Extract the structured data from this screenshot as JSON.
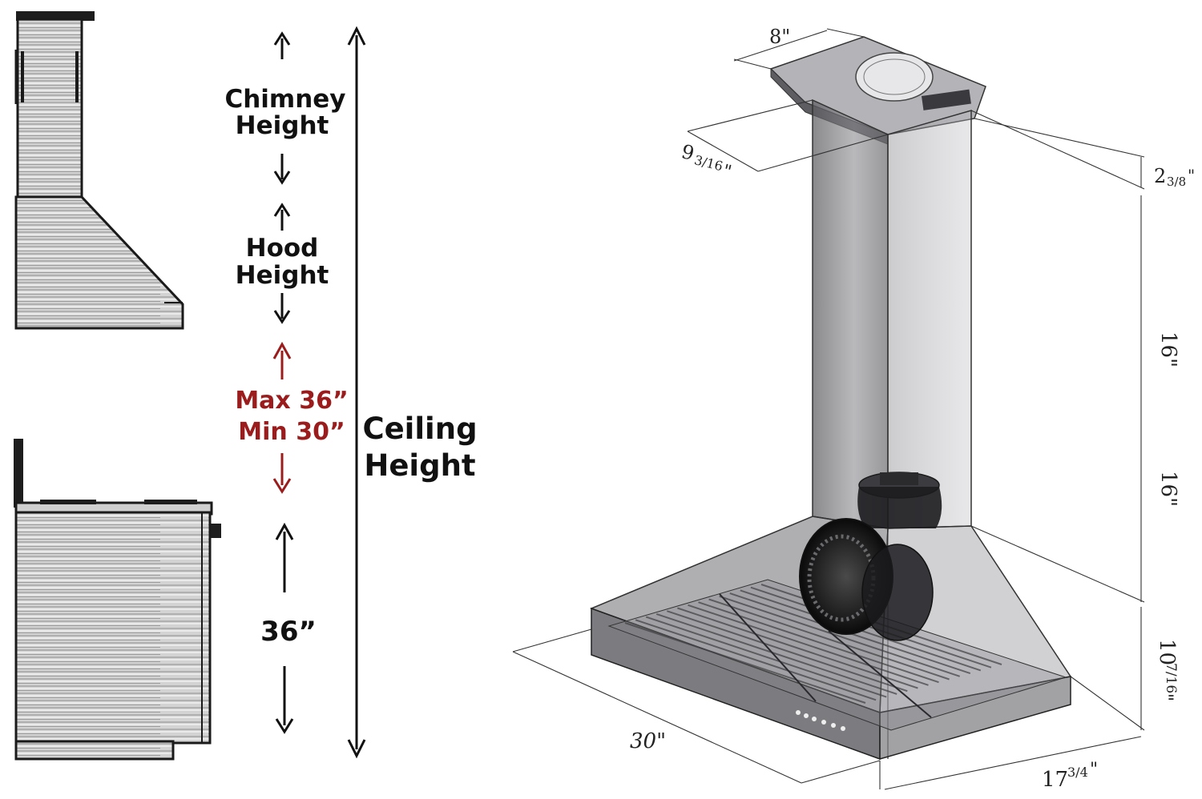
{
  "left": {
    "chimney_line1": "Chimney",
    "chimney_line2": "Height",
    "hood_line1": "Hood",
    "hood_line2": "Height",
    "gap_max": "Max 36”",
    "gap_min": "Min 30”",
    "counter_height": "36”",
    "ceiling_line1": "Ceiling",
    "ceiling_line2": "Height",
    "gap_color": "#9b1c1c"
  },
  "right": {
    "chimney_width": "8\"",
    "chimney_depth_whole": "9",
    "chimney_depth_frac": "3/16",
    "chimney_depth_unit": "\"",
    "top_offset_whole": "2",
    "top_offset_frac": "3/8",
    "top_offset_unit": "\"",
    "upper_chimney": "16\"",
    "lower_chimney": "16\"",
    "hood_height_whole": "10",
    "hood_height_frac": "7/16",
    "hood_height_unit": "\"",
    "hood_width": "30\"",
    "hood_depth_whole": "17",
    "hood_depth_frac": "3/4",
    "hood_depth_unit": "\""
  }
}
